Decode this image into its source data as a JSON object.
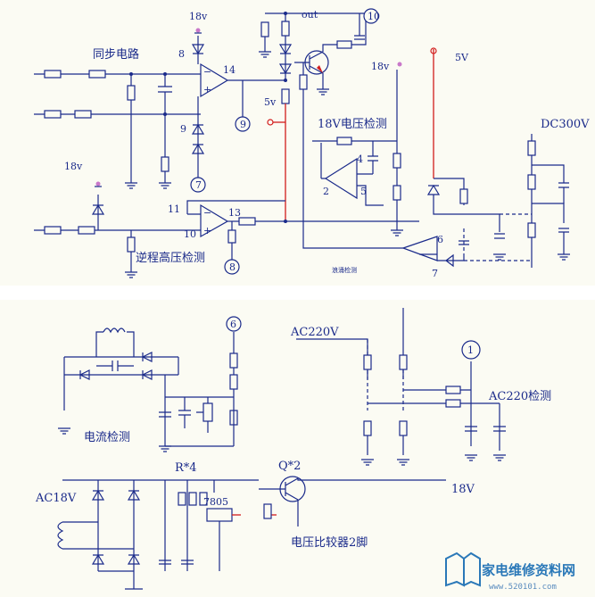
{
  "top": {
    "labels": {
      "sync_circuit": "同步电路",
      "v18_a": "18v",
      "v18_b": "18v",
      "v18_c": "18v",
      "v5_small": "5v",
      "v5_red": "5V",
      "out": "out",
      "pin_8": "8",
      "pin_14": "14",
      "pin_9": "9",
      "pin_11": "11",
      "pin_13": "13",
      "pin_10": "10",
      "pin_4": "4",
      "pin_2": "2",
      "pin_5": "5",
      "pin_6": "6",
      "pin_7": "7",
      "check_18v": "18V电压检测",
      "dc300v": "DC300V",
      "reverse_hv_detect": "逆程高压检测",
      "surge_detect": "浪涌检测"
    },
    "circled": {
      "c10": "10",
      "c9": "9",
      "c7": "7",
      "c8": "8"
    }
  },
  "bottom": {
    "labels": {
      "current_detect": "电流检测",
      "ac220v": "AC220V",
      "ac220_detect": "AC220检测",
      "r4": "R*4",
      "q2": "Q*2",
      "ac18v": "AC18V",
      "reg_7805": "7805",
      "v18": "18V",
      "comparator_pin2": "电压比较器2脚"
    },
    "circled": {
      "c6": "6",
      "c1": "1"
    }
  },
  "watermark": {
    "text": "家电维修资料网",
    "url": "www.520101.com"
  }
}
